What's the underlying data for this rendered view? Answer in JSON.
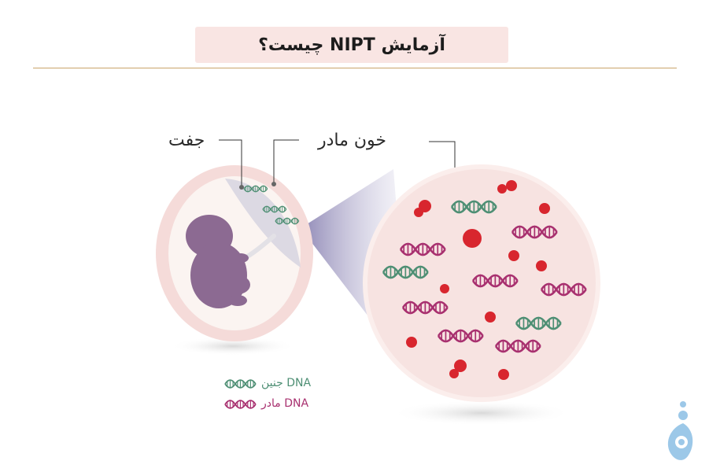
{
  "title": "آزمایش NIPT چیست؟",
  "labels": {
    "placenta": "جفت",
    "maternal_blood": "خون مادر"
  },
  "legend": [
    {
      "text": "DNA جنین",
      "color": "#4e8f74"
    },
    {
      "text": "DNA مادر",
      "color": "#a8306f"
    }
  ],
  "colors": {
    "fetal_dna": "#4e8f74",
    "maternal_dna": "#a8306f",
    "red_cell": "#d8262e",
    "fetus": "#8c6a92",
    "accent": "#f9e5e3"
  },
  "logo": {
    "name": "pregnancy-logo"
  }
}
